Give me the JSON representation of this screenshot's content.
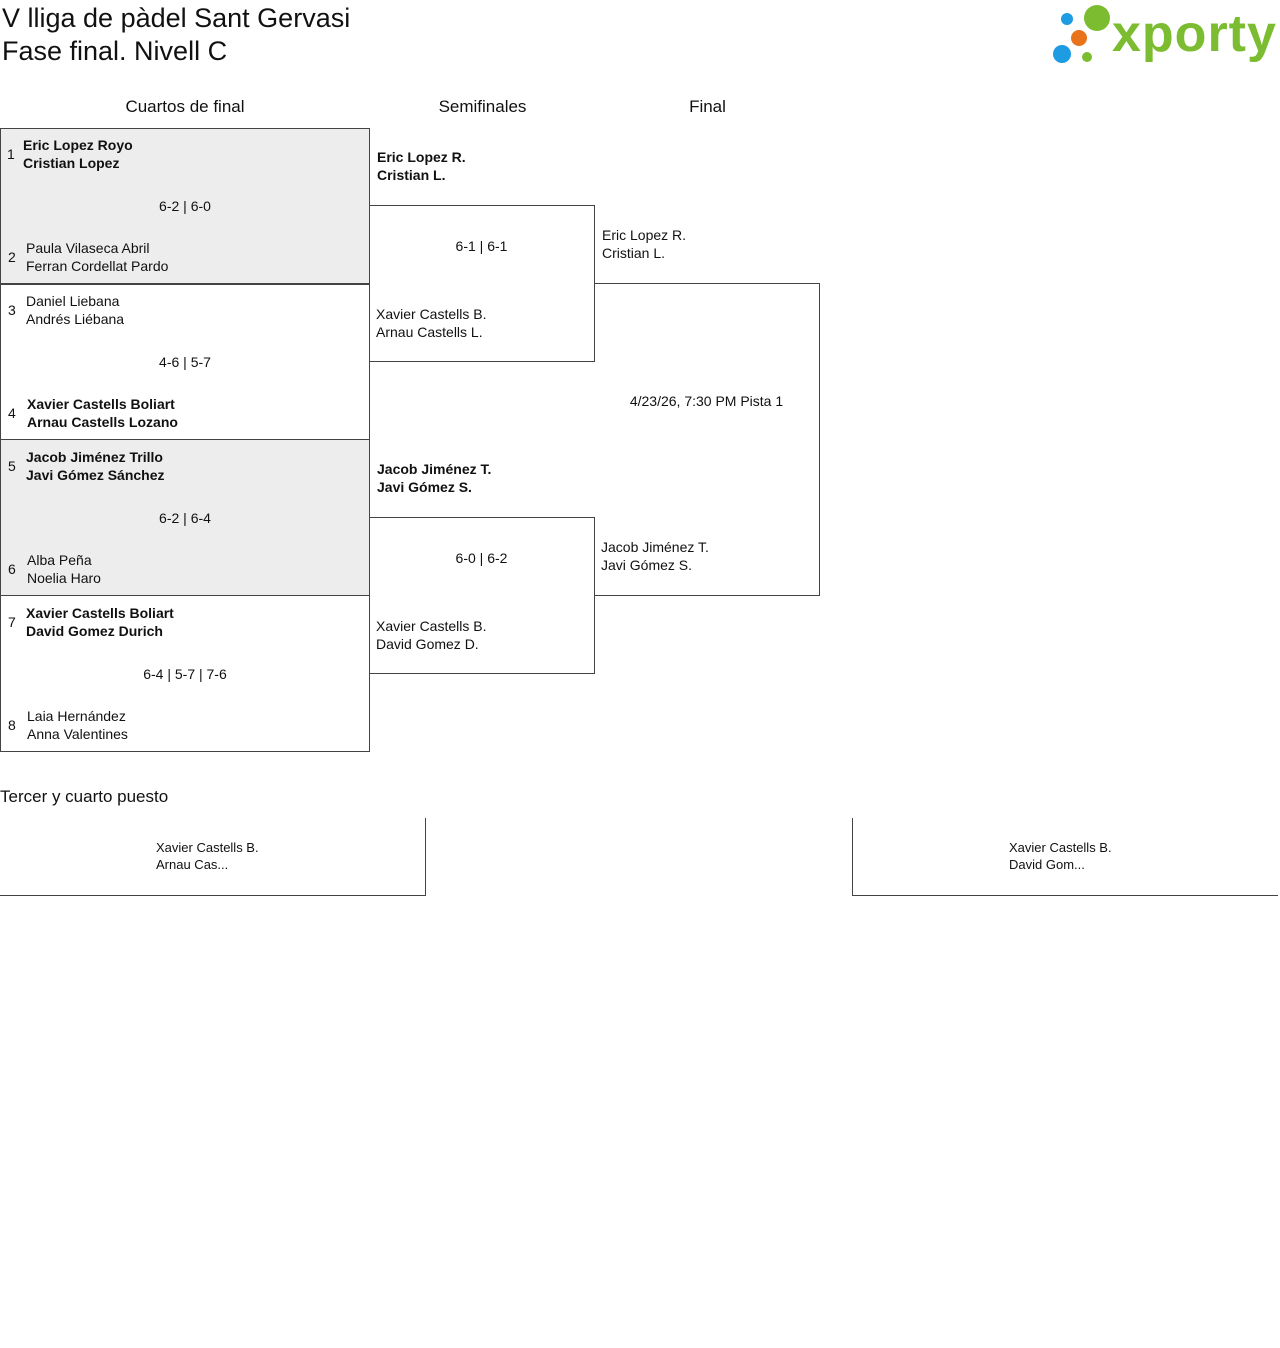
{
  "header": {
    "title_line1": "V lliga de pàdel Sant Gervasi",
    "title_line2": "Fase final. Nivell C",
    "logo_text": "xporty"
  },
  "colors": {
    "logo_green": "#7cbc30",
    "logo_orange": "#e8731a",
    "logo_blue": "#1d9be3",
    "winner_row_bg": "#ededed"
  },
  "rounds": {
    "quarterfinals": "Cuartos de final",
    "semifinals": "Semifinales",
    "final": "Final"
  },
  "quarterfinals": [
    {
      "top_seed": "1",
      "top_line1": "Eric Lopez Royo",
      "top_line2": "Cristian Lopez",
      "score": "6-2 | 6-0",
      "bottom_seed": "2",
      "bottom_line1": "Paula Vilaseca Abril",
      "bottom_line2": "Ferran Cordellat Pardo"
    },
    {
      "top_seed": "3",
      "top_line1": "Daniel Liebana",
      "top_line2": "Andrés Liébana",
      "score": "4-6 | 5-7",
      "bottom_seed": "4",
      "bottom_line1": "Xavier Castells Boliart",
      "bottom_line2": "Arnau Castells Lozano"
    },
    {
      "top_seed": "5",
      "top_line1": "Jacob Jiménez Trillo",
      "top_line2": "Javi Gómez Sánchez",
      "score": "6-2 | 6-4",
      "bottom_seed": "6",
      "bottom_line1": "Alba Peña",
      "bottom_line2": "Noelia Haro"
    },
    {
      "top_seed": "7",
      "top_line1": "Xavier Castells Boliart",
      "top_line2": "David Gomez Durich",
      "score": "6-4 | 5-7 | 7-6",
      "bottom_seed": "8",
      "bottom_line1": "Laia Hernández",
      "bottom_line2": "Anna Valentines"
    }
  ],
  "semifinals": [
    {
      "top_line1": "Eric Lopez R.",
      "top_line2": "Cristian L.",
      "score": "6-1 | 6-1",
      "bottom_line1": "Xavier Castells B.",
      "bottom_line2": "Arnau Castells L."
    },
    {
      "top_line1": "Jacob Jiménez T.",
      "top_line2": "Javi Gómez S.",
      "score": "6-0 | 6-2",
      "bottom_line1": "Xavier Castells B.",
      "bottom_line2": "David Gomez D."
    }
  ],
  "final": {
    "top_line1": "Eric Lopez R.",
    "top_line2": "Cristian L.",
    "schedule": "4/23/26, 7:30 PM Pista 1",
    "bottom_line1": "Jacob Jiménez T.",
    "bottom_line2": "Javi Gómez S."
  },
  "third_place": {
    "heading": "Tercer y cuarto puesto",
    "left_line1": "Xavier Castells B.",
    "left_line2": "Arnau Cas...",
    "right_line1": "Xavier Castells B.",
    "right_line2": "David Gom..."
  }
}
